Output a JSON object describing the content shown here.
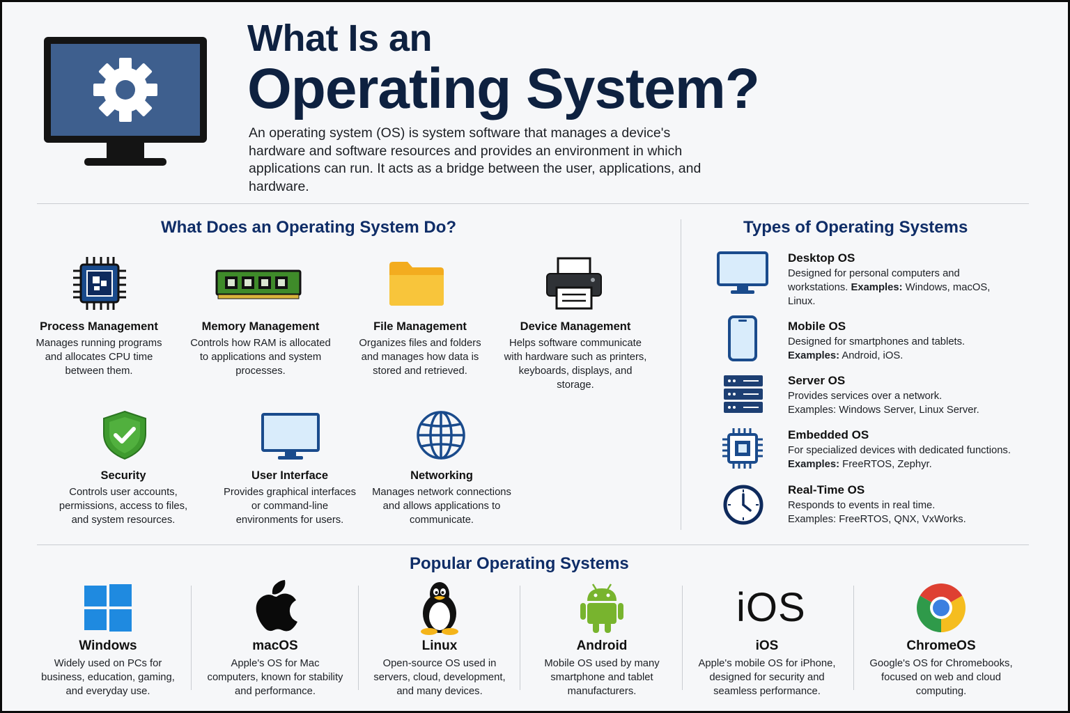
{
  "header": {
    "title_line1": "What Is an",
    "title_line2": "Operating System?",
    "intro": "An operating system (OS) is system software that manages a device's hardware and software resources and provides an environment in which applications can run. It acts as a bridge between the user, applications, and hardware."
  },
  "functions": {
    "title": "What Does an Operating System Do?",
    "items": [
      {
        "title": "Process Management",
        "desc": "Manages running programs and allocates CPU time between them.",
        "icon": "cpu-icon"
      },
      {
        "title": "Memory Management",
        "desc": "Controls how RAM is allocated to applications and system processes.",
        "icon": "ram-icon"
      },
      {
        "title": "File Management",
        "desc": "Organizes files and folders and manages how data is stored and retrieved.",
        "icon": "folder-icon"
      },
      {
        "title": "Device Management",
        "desc": "Helps software communicate with hardware such as printers, keyboards, displays, and storage.",
        "icon": "printer-icon"
      },
      {
        "title": "Security",
        "desc": "Controls user accounts, permissions, access to files, and system resources.",
        "icon": "shield-icon"
      },
      {
        "title": "User Interface",
        "desc": "Provides graphical interfaces or command-line environments for users.",
        "icon": "monitor-icon"
      },
      {
        "title": "Networking",
        "desc": "Manages network connections and allows applications to communicate.",
        "icon": "globe-icon"
      }
    ]
  },
  "types": {
    "title": "Types of Operating Systems",
    "examples_label": "Examples:",
    "items": [
      {
        "title": "Desktop OS",
        "desc": "Designed for personal computers and workstations.",
        "examples": "Windows, macOS, Linux.",
        "icon": "desktop-icon"
      },
      {
        "title": "Mobile OS",
        "desc": "Designed for smartphones and tablets.",
        "examples": "Android, iOS.",
        "icon": "smartphone-icon"
      },
      {
        "title": "Server OS",
        "desc": "Provides services over a network.",
        "examples": "Windows Server, Linux Server.",
        "icon": "server-icon"
      },
      {
        "title": "Embedded OS",
        "desc": "For specialized devices with dedicated functions.",
        "examples": "FreeRTOS, Zephyr.",
        "icon": "chip-icon"
      },
      {
        "title": "Real-Time OS",
        "desc": "Responds to events in real time.",
        "examples": "FreeRTOS, QNX, VxWorks.",
        "icon": "clock-icon"
      }
    ]
  },
  "popular": {
    "title": "Popular Operating Systems",
    "items": [
      {
        "title": "Windows",
        "desc": "Widely used on PCs for business, education, gaming, and everyday use.",
        "icon": "windows-logo-icon"
      },
      {
        "title": "macOS",
        "desc": "Apple's OS for Mac computers, known for stability and performance.",
        "icon": "apple-logo-icon"
      },
      {
        "title": "Linux",
        "desc": "Open-source OS used in servers, cloud, development, and many devices.",
        "icon": "tux-penguin-icon"
      },
      {
        "title": "Android",
        "desc": "Mobile OS used by many smartphone and tablet manufacturers.",
        "icon": "android-robot-icon"
      },
      {
        "title": "iOS",
        "desc": "Apple's mobile OS for iPhone, designed for security and seamless performance.",
        "icon": "ios-wordmark-icon",
        "logo_text": "iOS"
      },
      {
        "title": "ChromeOS",
        "desc": "Google's OS for Chromebooks, focused on web and cloud computing.",
        "icon": "chrome-logo-icon"
      }
    ]
  },
  "colors": {
    "navy_heading": "#0e2140",
    "section_blue": "#0f2d67",
    "icon_blue": "#1a4b8c",
    "accent_green": "#3f9b2f",
    "folder_yellow": "#f6bd2c"
  }
}
